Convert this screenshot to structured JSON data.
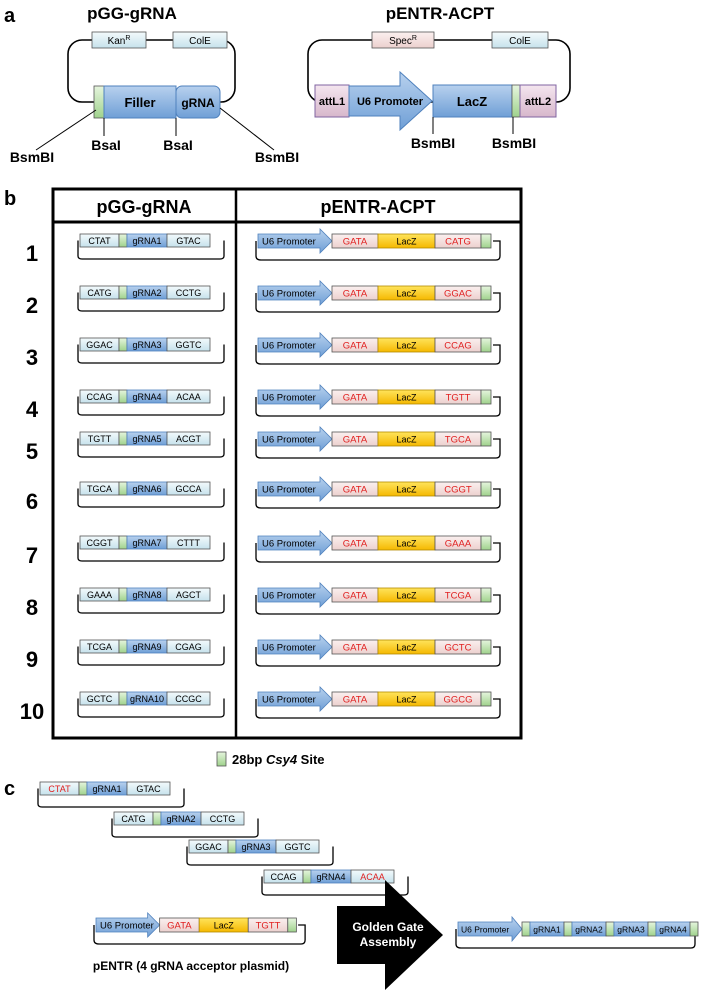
{
  "panels": {
    "a": "a",
    "b": "b",
    "c": "c"
  },
  "panel_a": {
    "pgg": {
      "title": "pGG-gRNA",
      "kan": "Kan",
      "kan_sup": "R",
      "cole": "ColE",
      "filler": "Filler",
      "grna": "gRNA",
      "sites": [
        "BsmBI",
        "BsaI",
        "BsaI",
        "BsmBI"
      ]
    },
    "pentr": {
      "title": "pENTR-ACPT",
      "spec": "Spec",
      "spec_sup": "R",
      "cole": "ColE",
      "attl1": "attL1",
      "u6": "U6 Promoter",
      "lacz": "LacZ",
      "attl2": "attL2",
      "sites": [
        "BsmBI",
        "BsmBI"
      ]
    }
  },
  "panel_b": {
    "headers": [
      "pGG-gRNA",
      "pENTR-ACPT"
    ],
    "u6": "U6 Promoter",
    "gata": "GATA",
    "lacz": "LacZ",
    "rows": [
      {
        "num": "1",
        "left": "CTAT",
        "grna": "gRNA1",
        "right": "GTAC",
        "acpt": "CATG"
      },
      {
        "num": "2",
        "left": "CATG",
        "grna": "gRNA2",
        "right": "CCTG",
        "acpt": "GGAC"
      },
      {
        "num": "3",
        "left": "GGAC",
        "grna": "gRNA3",
        "right": "GGTC",
        "acpt": "CCAG"
      },
      {
        "num": "4",
        "left": "CCAG",
        "grna": "gRNA4",
        "right": "ACAA",
        "acpt": "TGTT"
      },
      {
        "num": "5",
        "left": "TGTT",
        "grna": "gRNA5",
        "right": "ACGT",
        "acpt": "TGCA"
      },
      {
        "num": "6",
        "left": "TGCA",
        "grna": "gRNA6",
        "right": "GCCA",
        "acpt": "CGGT"
      },
      {
        "num": "7",
        "left": "CGGT",
        "grna": "gRNA7",
        "right": "CTTT",
        "acpt": "GAAA"
      },
      {
        "num": "8",
        "left": "GAAA",
        "grna": "gRNA8",
        "right": "AGCT",
        "acpt": "TCGA"
      },
      {
        "num": "9",
        "left": "TCGA",
        "grna": "gRNA9",
        "right": "CGAG",
        "acpt": "GCTC"
      },
      {
        "num": "10",
        "left": "GCTC",
        "grna": "gRNA10",
        "right": "CCGC",
        "acpt": "GGCG"
      }
    ],
    "legend": {
      "bold": "28bp",
      "italic": "Csy4",
      "rest": "Site"
    }
  },
  "panel_c": {
    "constructs": [
      {
        "left": "CTAT",
        "grna": "gRNA1",
        "right": "GTAC",
        "left_red": true,
        "right_red": false
      },
      {
        "left": "CATG",
        "grna": "gRNA2",
        "right": "CCTG",
        "left_red": false,
        "right_red": false
      },
      {
        "left": "GGAC",
        "grna": "gRNA3",
        "right": "GGTC",
        "left_red": false,
        "right_red": false
      },
      {
        "left": "CCAG",
        "grna": "gRNA4",
        "right": "ACAA",
        "left_red": false,
        "right_red": true
      }
    ],
    "acceptor": {
      "u6": "U6 Promoter",
      "gata": "GATA",
      "lacz": "LacZ",
      "tgtt": "TGTT",
      "caption": "pENTR (4 gRNA acceptor plasmid)"
    },
    "arrow_lines": [
      "Golden Gate",
      "Assembly"
    ],
    "product": {
      "u6": "U6 Promoter",
      "grnas": [
        "gRNA1",
        "gRNA2",
        "gRNA3",
        "gRNA4"
      ]
    }
  },
  "colors": {
    "blue": "#8db4e2",
    "blue_dark": "#4f81bd",
    "light_cyan": "#dbeef4",
    "green": "#c4e3b8",
    "yellow": "#ffcc00",
    "pink": "#e6d0de",
    "pinkish": "#f2dcdb",
    "red_text": "#e02020",
    "gray_box": "#dce6f1"
  }
}
